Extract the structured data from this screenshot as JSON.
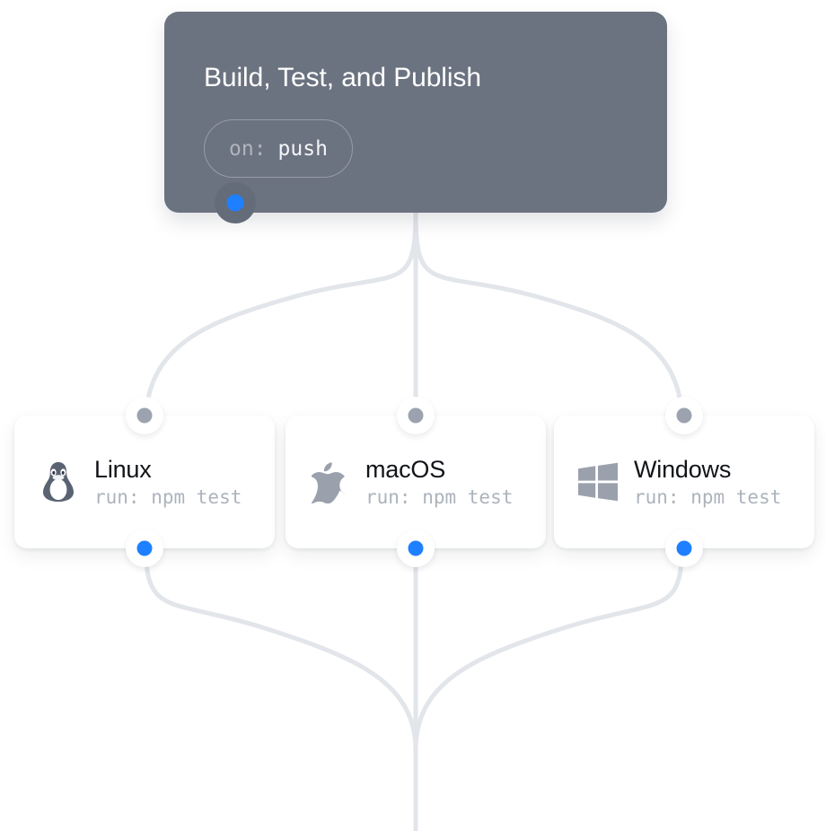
{
  "canvas": {
    "background_color": "#FFFFFF",
    "edge_color": "#E2E5EA",
    "accent_color": "#1F80FF",
    "idle_port_color": "#9CA3AF"
  },
  "trigger": {
    "title": "Build, Test, and Publish",
    "node_color": "#6B7280",
    "trigger_pill": {
      "key": "on:",
      "value": "push"
    },
    "output_port": {
      "name": "trigger-output-port",
      "color": "#1F80FF"
    }
  },
  "jobs": [
    {
      "name": "Linux",
      "command": "run: npm test",
      "icon": "linux-penguin-icon",
      "icon_color": "#5A6372",
      "input_port_color": "#9CA3AF",
      "output_port_color": "#1F80FF"
    },
    {
      "name": "macOS",
      "command": "run: npm test",
      "icon": "apple-logo-icon",
      "icon_color": "#9AA1AC",
      "input_port_color": "#9CA3AF",
      "output_port_color": "#1F80FF"
    },
    {
      "name": "Windows",
      "command": "run: npm test",
      "icon": "windows-logo-icon",
      "icon_color": "#9AA1AC",
      "input_port_color": "#9CA3AF",
      "output_port_color": "#1F80FF"
    }
  ]
}
